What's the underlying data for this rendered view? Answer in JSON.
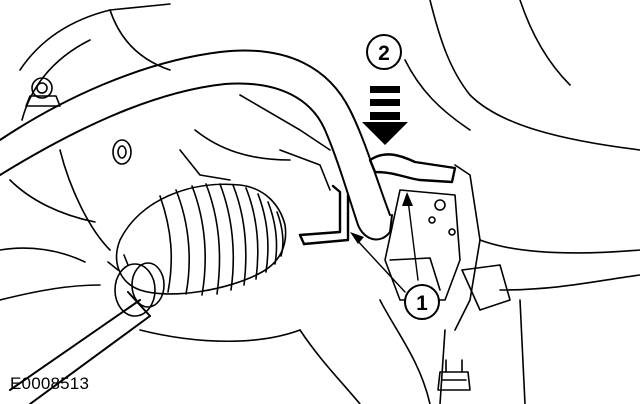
{
  "figure": {
    "id": "E0008513"
  },
  "callouts": [
    {
      "number": "1"
    },
    {
      "number": "2"
    }
  ],
  "colors": {
    "ink": "#000000",
    "paper": "#ffffff"
  }
}
